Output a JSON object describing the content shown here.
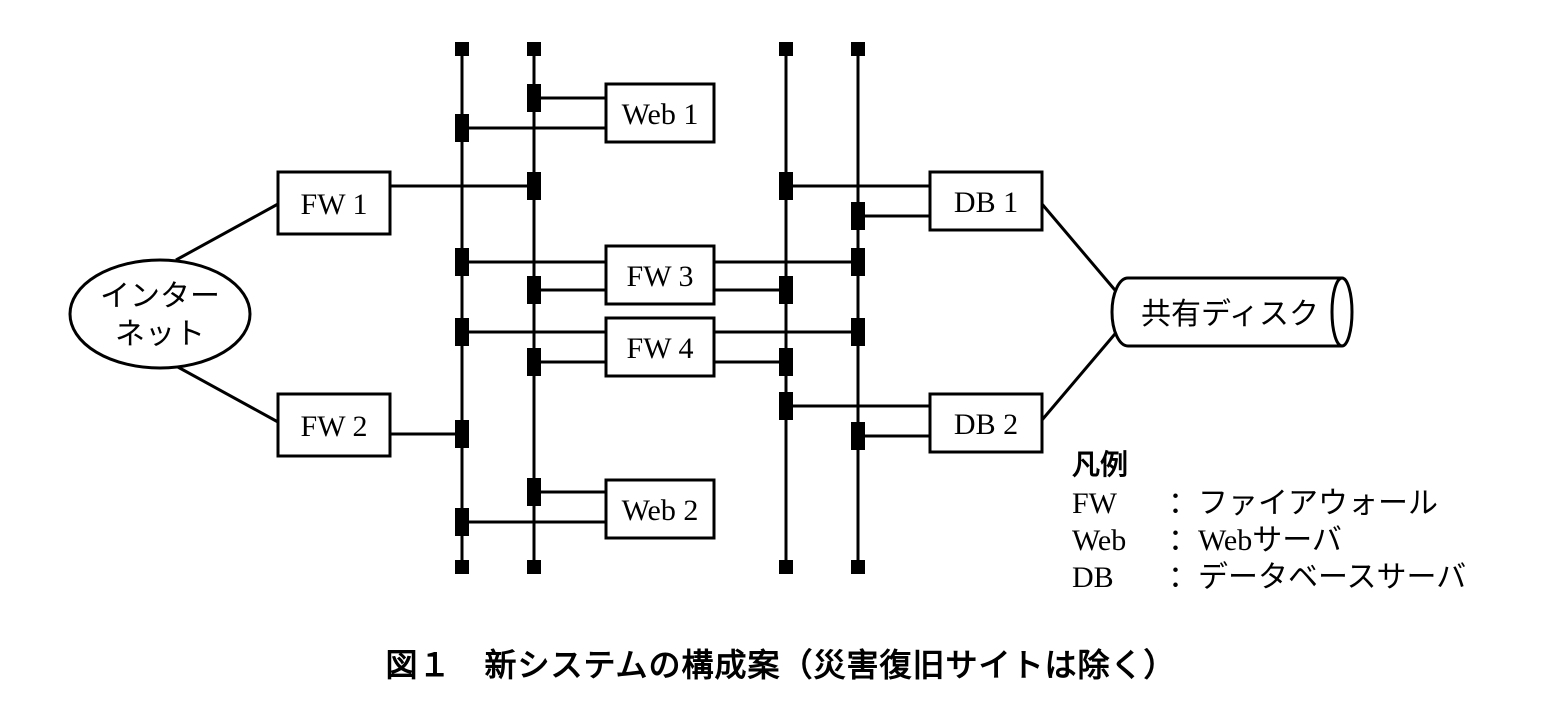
{
  "nodes": {
    "internet": [
      "インター",
      "ネット"
    ],
    "fw1": "FW 1",
    "fw2": "FW 2",
    "fw3": "FW 3",
    "fw4": "FW 4",
    "web1": "Web 1",
    "web2": "Web 2",
    "db1": "DB 1",
    "db2": "DB 2",
    "shared_disk": "共有ディスク"
  },
  "legend": {
    "title": "凡例",
    "items": [
      {
        "key": "FW",
        "sep": "：",
        "desc": "ファイアウォール"
      },
      {
        "key": "Web",
        "sep": "：",
        "desc": "Webサーバ"
      },
      {
        "key": "DB",
        "sep": "：",
        "desc": "データベースサーバ"
      }
    ]
  },
  "caption": "図１　新システムの構成案（災害復旧サイトは除く）"
}
